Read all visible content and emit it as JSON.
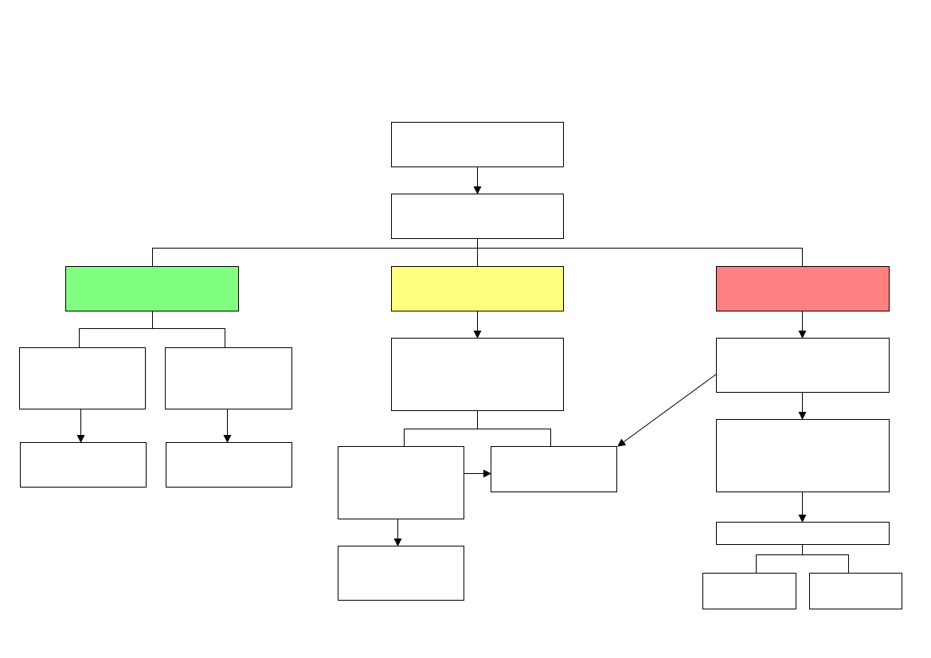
{
  "diagram": {
    "type": "flowchart",
    "colors": {
      "line": "#000000",
      "box_border": "#000000",
      "box_fill_default": "#ffffff",
      "branch_left": "#80ff80",
      "branch_center": "#ffff80",
      "branch_right": "#ff8080"
    },
    "nodes": [
      {
        "id": "top-box",
        "label": "",
        "fill": "#ffffff"
      },
      {
        "id": "second-box",
        "label": "",
        "fill": "#ffffff"
      },
      {
        "id": "green-branch-box",
        "label": "",
        "fill": "#80ff80"
      },
      {
        "id": "yellow-branch-box",
        "label": "",
        "fill": "#ffff80"
      },
      {
        "id": "red-branch-box",
        "label": "",
        "fill": "#ff8080"
      },
      {
        "id": "green-child-left-box",
        "label": "",
        "fill": "#ffffff"
      },
      {
        "id": "green-child-right-box",
        "label": "",
        "fill": "#ffffff"
      },
      {
        "id": "green-leaf-left-box",
        "label": "",
        "fill": "#ffffff"
      },
      {
        "id": "green-leaf-right-box",
        "label": "",
        "fill": "#ffffff"
      },
      {
        "id": "yellow-child-box",
        "label": "",
        "fill": "#ffffff"
      },
      {
        "id": "yellow-sub-left-box",
        "label": "",
        "fill": "#ffffff"
      },
      {
        "id": "yellow-sub-right-box",
        "label": "",
        "fill": "#ffffff"
      },
      {
        "id": "yellow-leaf-box",
        "label": "",
        "fill": "#ffffff"
      },
      {
        "id": "red-child-box",
        "label": "",
        "fill": "#ffffff"
      },
      {
        "id": "red-second-box",
        "label": "",
        "fill": "#ffffff"
      },
      {
        "id": "red-thin-box",
        "label": "",
        "fill": "#ffffff"
      },
      {
        "id": "red-leaf-left-box",
        "label": "",
        "fill": "#ffffff"
      },
      {
        "id": "red-leaf-right-box",
        "label": "",
        "fill": "#ffffff"
      }
    ],
    "edges": [
      {
        "from": "top-box",
        "to": "second-box",
        "kind": "arrow"
      },
      {
        "from": "second-box",
        "to": "green-branch-box",
        "kind": "bracket"
      },
      {
        "from": "second-box",
        "to": "yellow-branch-box",
        "kind": "bracket"
      },
      {
        "from": "second-box",
        "to": "red-branch-box",
        "kind": "bracket"
      },
      {
        "from": "green-branch-box",
        "to": "green-child-left-box",
        "kind": "bracket"
      },
      {
        "from": "green-branch-box",
        "to": "green-child-right-box",
        "kind": "bracket"
      },
      {
        "from": "green-child-left-box",
        "to": "green-leaf-left-box",
        "kind": "arrow"
      },
      {
        "from": "green-child-right-box",
        "to": "green-leaf-right-box",
        "kind": "arrow"
      },
      {
        "from": "yellow-branch-box",
        "to": "yellow-child-box",
        "kind": "arrow"
      },
      {
        "from": "yellow-child-box",
        "to": "yellow-sub-left-box",
        "kind": "bracket"
      },
      {
        "from": "yellow-child-box",
        "to": "yellow-sub-right-box",
        "kind": "bracket"
      },
      {
        "from": "yellow-sub-left-box",
        "to": "yellow-sub-right-box",
        "kind": "arrow"
      },
      {
        "from": "yellow-sub-left-box",
        "to": "yellow-leaf-box",
        "kind": "arrow"
      },
      {
        "from": "red-branch-box",
        "to": "red-child-box",
        "kind": "arrow"
      },
      {
        "from": "red-child-box",
        "to": "yellow-sub-right-box",
        "kind": "arrow"
      },
      {
        "from": "red-child-box",
        "to": "red-second-box",
        "kind": "arrow"
      },
      {
        "from": "red-second-box",
        "to": "red-thin-box",
        "kind": "arrow"
      },
      {
        "from": "red-thin-box",
        "to": "red-leaf-left-box",
        "kind": "bracket"
      },
      {
        "from": "red-thin-box",
        "to": "red-leaf-right-box",
        "kind": "bracket"
      }
    ]
  }
}
